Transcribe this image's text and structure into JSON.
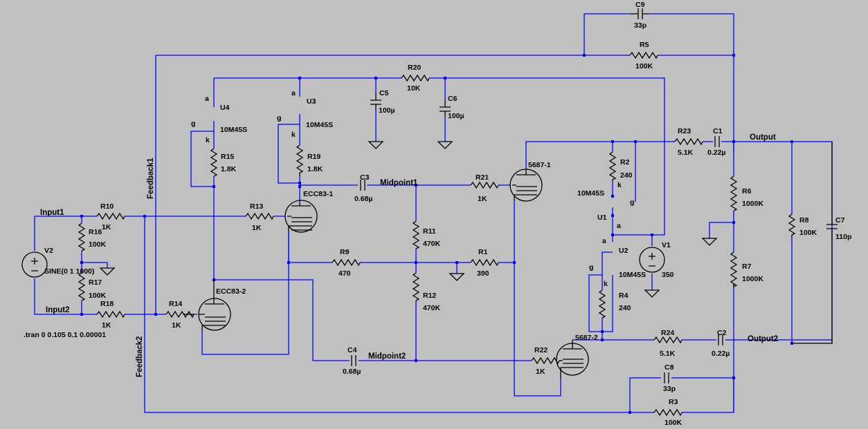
{
  "components": {
    "C9": {
      "ref": "C9",
      "value": "33p"
    },
    "R5": {
      "ref": "R5",
      "value": "100K"
    },
    "R20": {
      "ref": "R20",
      "value": "10K"
    },
    "C5": {
      "ref": "C5",
      "value": "100µ"
    },
    "C6": {
      "ref": "C6",
      "value": "100µ"
    },
    "U4": {
      "ref": "U4",
      "model": "10M45S",
      "pin_a": "a",
      "pin_g": "g",
      "pin_k": "k"
    },
    "U3": {
      "ref": "U3",
      "model": "10M45S",
      "pin_a": "a",
      "pin_g": "g",
      "pin_k": "k"
    },
    "U1": {
      "ref": "U1",
      "model": "10M45S",
      "pin_a": "a",
      "pin_g": "g",
      "pin_k": "k"
    },
    "U2": {
      "ref": "U2",
      "model": "10M45S",
      "pin_a": "a",
      "pin_g": "g",
      "pin_k": "k"
    },
    "R15": {
      "ref": "R15",
      "value": "1.8K"
    },
    "R19": {
      "ref": "R19",
      "value": "1.8K"
    },
    "R23": {
      "ref": "R23",
      "value": "5.1K"
    },
    "C1": {
      "ref": "C1",
      "value": "0.22µ"
    },
    "R2": {
      "ref": "R2",
      "value": "240"
    },
    "C3": {
      "ref": "C3",
      "value": "0.68µ"
    },
    "R21": {
      "ref": "R21",
      "value": "1K"
    },
    "V2": {
      "ref": "V2",
      "value": "SINE(0 1 1000)"
    },
    "R10": {
      "ref": "R10",
      "value": "1K"
    },
    "R16": {
      "ref": "R16",
      "value": "100K"
    },
    "R13": {
      "ref": "R13",
      "value": "1K"
    },
    "R6": {
      "ref": "R6",
      "value": "1000K"
    },
    "R8": {
      "ref": "R8",
      "value": "100K"
    },
    "C7": {
      "ref": "C7",
      "value": "110p"
    },
    "R11": {
      "ref": "R11",
      "value": "470K"
    },
    "V1": {
      "ref": "V1",
      "value": "350"
    },
    "R9": {
      "ref": "R9",
      "value": "470"
    },
    "R1": {
      "ref": "R1",
      "value": "390"
    },
    "R17": {
      "ref": "R17",
      "value": "100K"
    },
    "R7": {
      "ref": "R7",
      "value": "1000K"
    },
    "R4": {
      "ref": "R4",
      "value": "240"
    },
    "R12": {
      "ref": "R12",
      "value": "470K"
    },
    "R18": {
      "ref": "R18",
      "value": "1K"
    },
    "R14": {
      "ref": "R14",
      "value": "1K"
    },
    "R24": {
      "ref": "R24",
      "value": "5.1K"
    },
    "C2": {
      "ref": "C2",
      "value": "0.22µ"
    },
    "C4": {
      "ref": "C4",
      "value": "0.68µ"
    },
    "R22": {
      "ref": "R22",
      "value": "1K"
    },
    "C8": {
      "ref": "C8",
      "value": "33p"
    },
    "R3": {
      "ref": "R3",
      "value": "100K"
    },
    "ECC83_1": {
      "ref": "ECC83-1"
    },
    "ECC83_2": {
      "ref": "ECC83-2"
    },
    "T5687_1": {
      "ref": "5687-1"
    },
    "T5687_2": {
      "ref": "5687-2"
    }
  },
  "nets": {
    "input1": "Input1",
    "input2": "Input2",
    "feedback1": "Feedback1",
    "feedback2": "Feedback2",
    "midpoint1": "Midpoint1",
    "midpoint2": "Midpoint2",
    "output": "Output",
    "output2": "Output2"
  },
  "directive": ".tran 0 0.105 0.1 0.00001",
  "colors": {
    "wire": "#0000ff",
    "background": "#c0c0c0",
    "component": "#000000"
  }
}
